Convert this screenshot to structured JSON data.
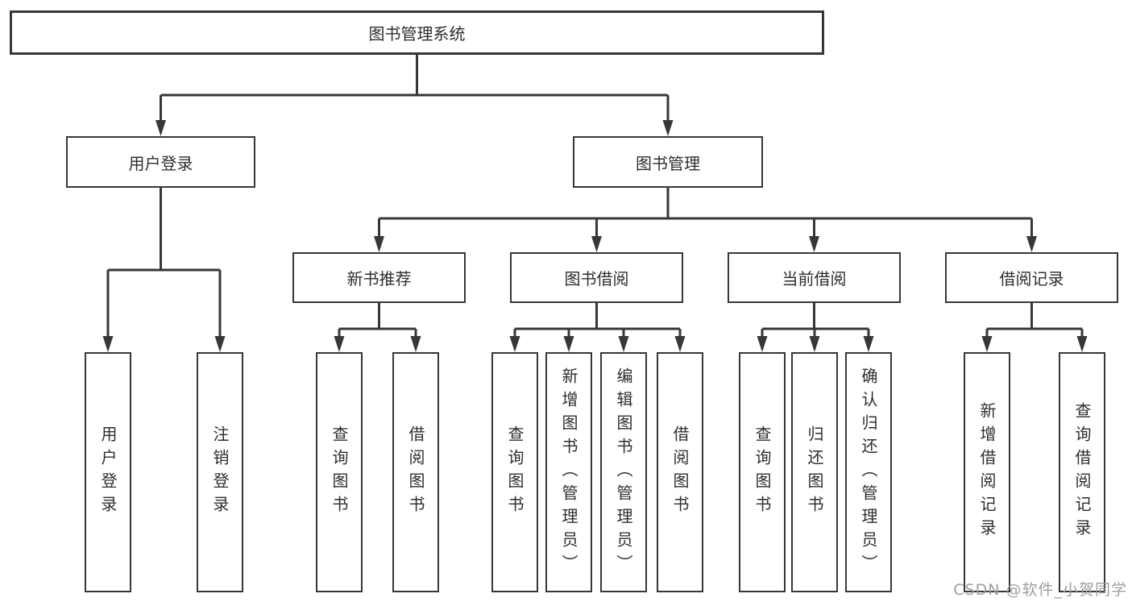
{
  "page": {
    "background": "#ffffff"
  },
  "colors": {
    "box_border": "#373737",
    "connector": "#373737",
    "text": "#2e2e2e",
    "box_fill": "#ffffff",
    "watermark_text": "#9e9e9e"
  },
  "watermark": {
    "label": "CSDN @软件_小贺同学"
  },
  "tree": {
    "root": {
      "label": "图书管理系统",
      "children": [
        {
          "label": "用户登录",
          "children": [
            {
              "label": "用户登录"
            },
            {
              "label": "注销登录"
            }
          ]
        },
        {
          "label": "图书管理",
          "children": [
            {
              "label": "新书推荐",
              "children": [
                {
                  "label": "查询图书"
                },
                {
                  "label": "借阅图书"
                }
              ]
            },
            {
              "label": "图书借阅",
              "children": [
                {
                  "label": "查询图书"
                },
                {
                  "label": "新增图书（管理员）"
                },
                {
                  "label": "编辑图书（管理员）"
                },
                {
                  "label": "借阅图书"
                }
              ]
            },
            {
              "label": "当前借阅",
              "children": [
                {
                  "label": "查询图书"
                },
                {
                  "label": "归还图书"
                },
                {
                  "label": "确认归还（管理员）"
                }
              ]
            },
            {
              "label": "借阅记录",
              "children": [
                {
                  "label": "新增借阅记录"
                },
                {
                  "label": "查询借阅记录"
                }
              ]
            }
          ]
        }
      ]
    }
  }
}
